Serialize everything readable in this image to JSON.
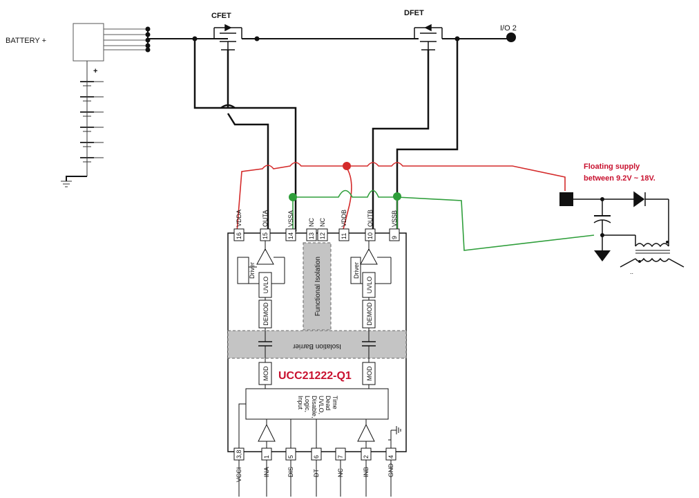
{
  "battery": {
    "label": "BATTERY +",
    "plus": "+"
  },
  "fets": {
    "cfet": "CFET",
    "dfet": "DFET"
  },
  "io": {
    "label": "I/O 2"
  },
  "chip": {
    "name": "UCC21222-Q1",
    "isolation_barrier": "Isolation Barrier",
    "functional_isolation": "Functional Isolation",
    "logic_lines": [
      "Input",
      "Logic,",
      "Disable,",
      "UVLO,",
      "Dead",
      "Time"
    ],
    "blocks": {
      "driver": "Driver",
      "uvlo": "UVLO",
      "demod": "DEMOD",
      "mod": "MOD"
    },
    "top_pins": [
      {
        "num": "16",
        "name": "VDDA"
      },
      {
        "num": "15",
        "name": "OUTA"
      },
      {
        "num": "14",
        "name": "VSSA"
      },
      {
        "num": "13",
        "name": "NC"
      },
      {
        "num": "12",
        "name": "NC"
      },
      {
        "num": "11",
        "name": "VDDB"
      },
      {
        "num": "10",
        "name": "OUTB"
      },
      {
        "num": "9",
        "name": "VSSB"
      }
    ],
    "bottom_pins": [
      {
        "num": "3,8",
        "name": "VCCI"
      },
      {
        "num": "1",
        "name": "INA"
      },
      {
        "num": "5",
        "name": "DIS"
      },
      {
        "num": "6",
        "name": "DT"
      },
      {
        "num": "7",
        "name": "NC"
      },
      {
        "num": "2",
        "name": "INB"
      },
      {
        "num": "4",
        "name": "GND"
      }
    ]
  },
  "supply": {
    "line1": "Floating supply",
    "line2": "between 9.2V ~ 18V."
  },
  "colors": {
    "red_wire": "#d42a2a",
    "green_wire": "#2e9e3a",
    "grey_barrier": "#c4c4c4",
    "title_red": "#c8102e"
  }
}
